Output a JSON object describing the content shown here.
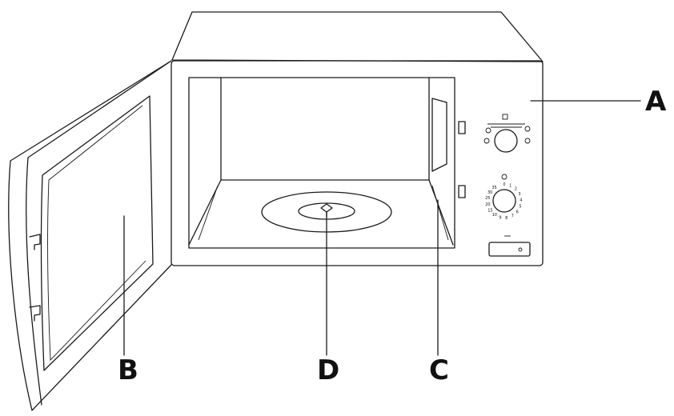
{
  "callouts": {
    "a": "A",
    "b": "B",
    "c": "C",
    "d": "D"
  },
  "timer_dial": {
    "marks": [
      "0",
      "1",
      "2",
      "3",
      "4",
      "5",
      "6",
      "7",
      "8",
      "9",
      "10",
      "15",
      "20",
      "25",
      "30",
      "35"
    ]
  },
  "colors": {
    "ink": "#1a1a1a",
    "background": "#ffffff"
  }
}
